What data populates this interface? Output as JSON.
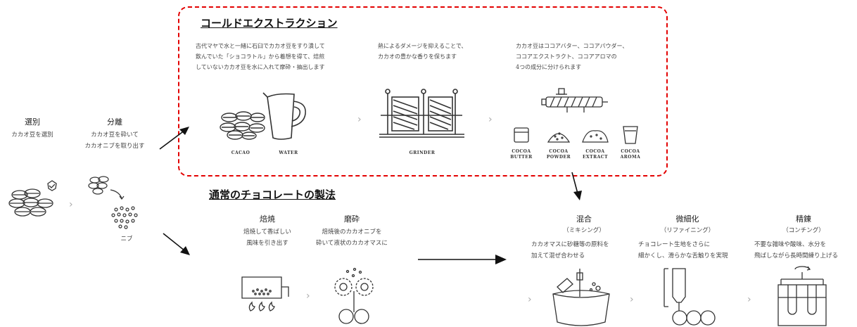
{
  "cold_extraction": {
    "title": "コールドエクストラクション",
    "desc1": "古代マヤで水と一緒に石臼でカカオ豆をすり潰して\n飲んでいた「ショコラトル」から着想を得て、焙煎\nしていないカカオ豆を水に入れて摩砕・抽出します",
    "desc2": "熱によるダメージを抑えることで、\nカカオの豊かな香りを保ちます",
    "desc3": "カカオ豆はココアバター、ココアパウダー、\nココアエクストラクト、ココアアロマの\n4つの成分に分けられます",
    "cap_cacao": "CACAO",
    "cap_water": "WATER",
    "cap_grinder": "GRINDER",
    "cap_butter": "COCOA\nBUTTER",
    "cap_powder": "COCOA\nPOWDER",
    "cap_extract": "COCOA\nEXTRACT",
    "cap_aroma": "COCOA\nAROMA"
  },
  "left": {
    "select_title": "選別",
    "select_desc": "カカオ豆を選別",
    "separate_title": "分離",
    "separate_desc": "カカオ豆を砕いて\nカカオニブを取り出す",
    "nib_label": "ニブ"
  },
  "normal": {
    "title": "通常のチョコレートの製法",
    "roast_title": "焙焼",
    "roast_desc": "焙焼して香ばしい\n風味を引き出す",
    "grind_title": "磨砕",
    "grind_desc": "焙焼後のカカオニブを\n砕いて液状のカカオマスに"
  },
  "right": {
    "mix_title": "混合",
    "mix_sub": "（ミキシング）",
    "mix_desc": "カカオマスに砂糖等の原料を\n加えて混ぜ合わせる",
    "refine_title": "微細化",
    "refine_sub": "（リファイニング）",
    "refine_desc": "チョコレート生地をさらに\n細かくし、滑らかな舌触りを実現",
    "conch_title": "精錬",
    "conch_sub": "（コンチング）",
    "conch_desc": "不要な雑味や酸味、水分を\n飛ばしながら長時間練り上げる"
  },
  "chevron": "›",
  "colors": {
    "dash": "#e30000",
    "ink": "#333333"
  }
}
